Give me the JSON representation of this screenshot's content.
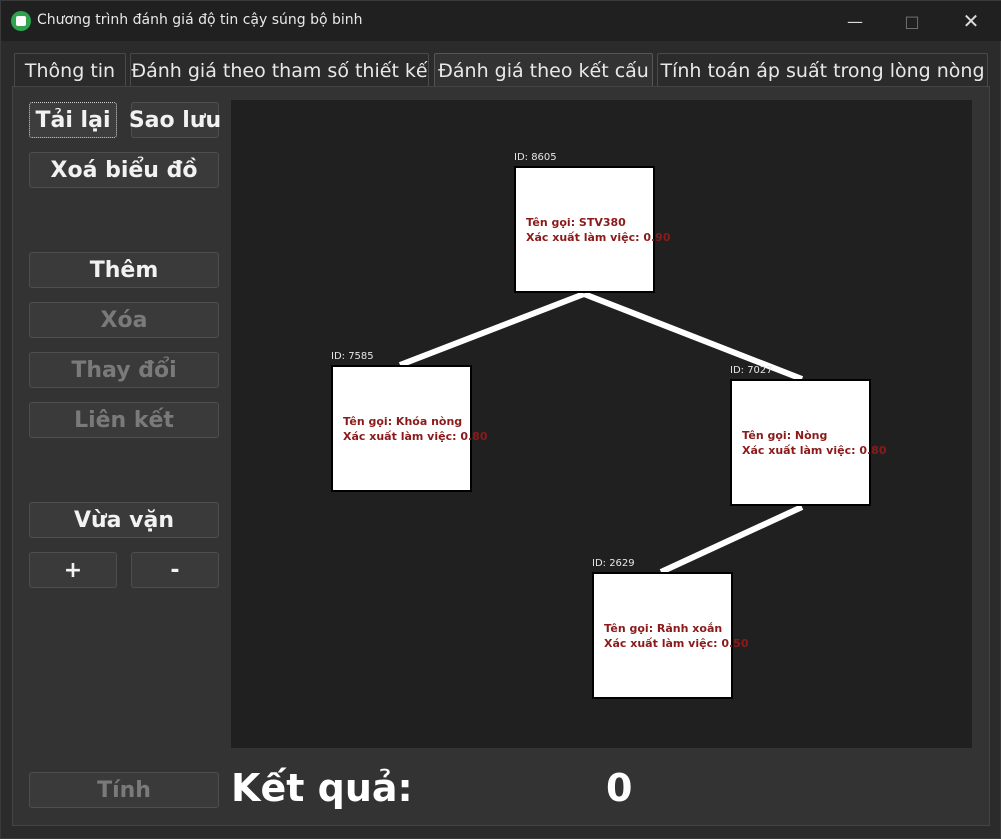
{
  "window": {
    "title": "Chương trình đánh giá độ tin cậy súng bộ binh"
  },
  "tabs": [
    {
      "label": "Thông tin"
    },
    {
      "label": "Đánh giá theo tham số thiết kế"
    },
    {
      "label": "Đánh giá theo kết cấu",
      "active": true
    },
    {
      "label": "Tính toán áp suất trong lòng nòng"
    }
  ],
  "toolbar": {
    "reload": "Tải lại",
    "backup": "Sao lưu",
    "clear": "Xoá biểu đồ",
    "add": "Thêm",
    "delete": "Xóa",
    "modify": "Thay đổi",
    "link": "Liên kết",
    "fit": "Vừa vặn",
    "zoom_in": "+",
    "zoom_out": "-",
    "compute": "Tính"
  },
  "diagram": {
    "nodes": [
      {
        "id_label": "ID: 8605",
        "name": "Tên gọi: STV380",
        "prob": "Xác xuất làm việc: 0.90"
      },
      {
        "id_label": "ID: 7585",
        "name": "Tên gọi: Khóa nòng",
        "prob": "Xác xuất làm việc: 0.80"
      },
      {
        "id_label": "ID: 7027",
        "name": "Tên gọi: Nòng",
        "prob": "Xác xuất làm việc: 0.80"
      },
      {
        "id_label": "ID: 2629",
        "name": "Tên gọi: Rảnh xoắn",
        "prob": "Xác xuất làm việc: 0.50"
      }
    ]
  },
  "result": {
    "label": "Kết quả:",
    "value": "0"
  },
  "colors": {
    "node_text": "#8b1a1a",
    "canvas_bg": "#202020",
    "link": "#ffffff"
  }
}
